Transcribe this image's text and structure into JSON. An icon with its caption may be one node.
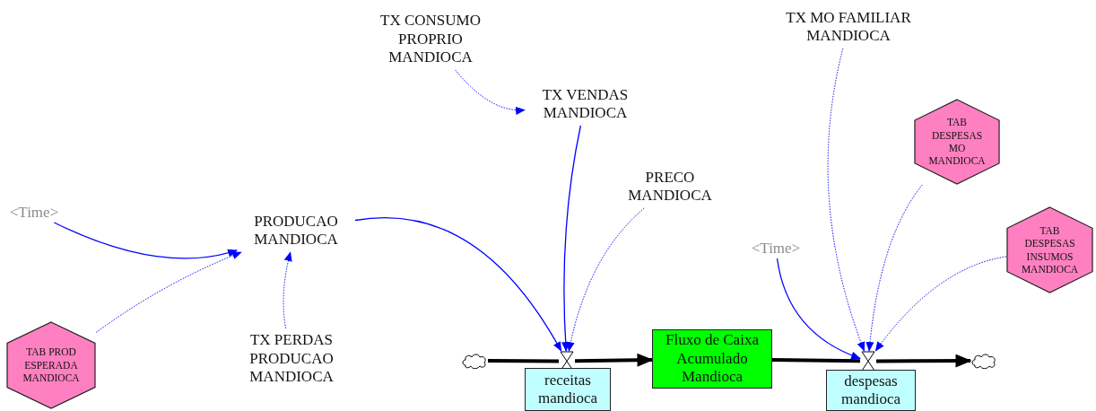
{
  "diagram": {
    "nodes": [
      {
        "text": [
          "TX CONSUMO PROPRIO MANDIOCA"
        ]
      },
      {
        "text": [
          "TX VENDAS MANDIOCA"
        ]
      },
      {
        "text": [
          "PRECO MANDIOCA"
        ]
      },
      {
        "text": [
          "<Time>"
        ]
      },
      {
        "text": [
          "PRODUCAO MANDIOCA"
        ]
      },
      {
        "text": [
          "TAB PROD ESPERADA MANDIOCA"
        ]
      },
      {
        "text": [
          "TX PERDAS PRODUCAO MANDIOCA"
        ]
      },
      {
        "text": [
          "TX MO FAMILIAR MANDIOCA"
        ]
      },
      {
        "text": [
          "TAB DESPESAS MO MANDIOCA"
        ]
      },
      {
        "text": [
          "<Time>"
        ]
      },
      {
        "text": [
          "TAB DESPESAS INSUMOS MANDIOCA"
        ]
      },
      {
        "text": [],
        "shape": "cloud"
      },
      {
        "text": [],
        "shape": "valve"
      },
      {
        "text": [
          "receitas mandioca"
        ]
      },
      {
        "text": [
          "Fluxo de Caixa Acumulado Mandioca"
        ]
      },
      {
        "text": [],
        "shape": "valve"
      },
      {
        "text": [
          "despesas mandioca"
        ]
      },
      {
        "text": [],
        "shape": "cloud"
      }
    ],
    "edges": [
      {
        "from": 0,
        "to": 1,
        "arrow": "to",
        "style": "dashed"
      },
      {
        "from": 1,
        "to": 12,
        "arrow": "to"
      },
      {
        "from": 2,
        "to": 12,
        "arrow": "to",
        "style": "dashed"
      },
      {
        "from": 4,
        "to": 12,
        "arrow": "to"
      },
      {
        "from": 3,
        "to": 4,
        "arrow": "to"
      },
      {
        "from": 5,
        "to": 4,
        "arrow": "to",
        "style": "dashed"
      },
      {
        "from": 6,
        "to": 4,
        "arrow": "to",
        "style": "dashed"
      },
      {
        "from": 7,
        "to": 15,
        "arrow": "to",
        "style": "dashed"
      },
      {
        "from": 8,
        "to": 15,
        "arrow": "to",
        "style": "dashed"
      },
      {
        "from": 9,
        "to": 15,
        "arrow": "to"
      },
      {
        "from": 10,
        "to": 15,
        "arrow": "to",
        "style": "dashed"
      },
      {
        "from": 11,
        "to": 12,
        "arrow": "none",
        "style": "thick",
        "color": "#000000"
      },
      {
        "from": 12,
        "to": 14,
        "arrow": "to",
        "style": "thick",
        "color": "#000000"
      },
      {
        "from": 14,
        "to": 15,
        "arrow": "none",
        "style": "thick",
        "color": "#000000"
      },
      {
        "from": 15,
        "to": 17,
        "arrow": "to",
        "style": "thick",
        "color": "#000000"
      }
    ]
  }
}
